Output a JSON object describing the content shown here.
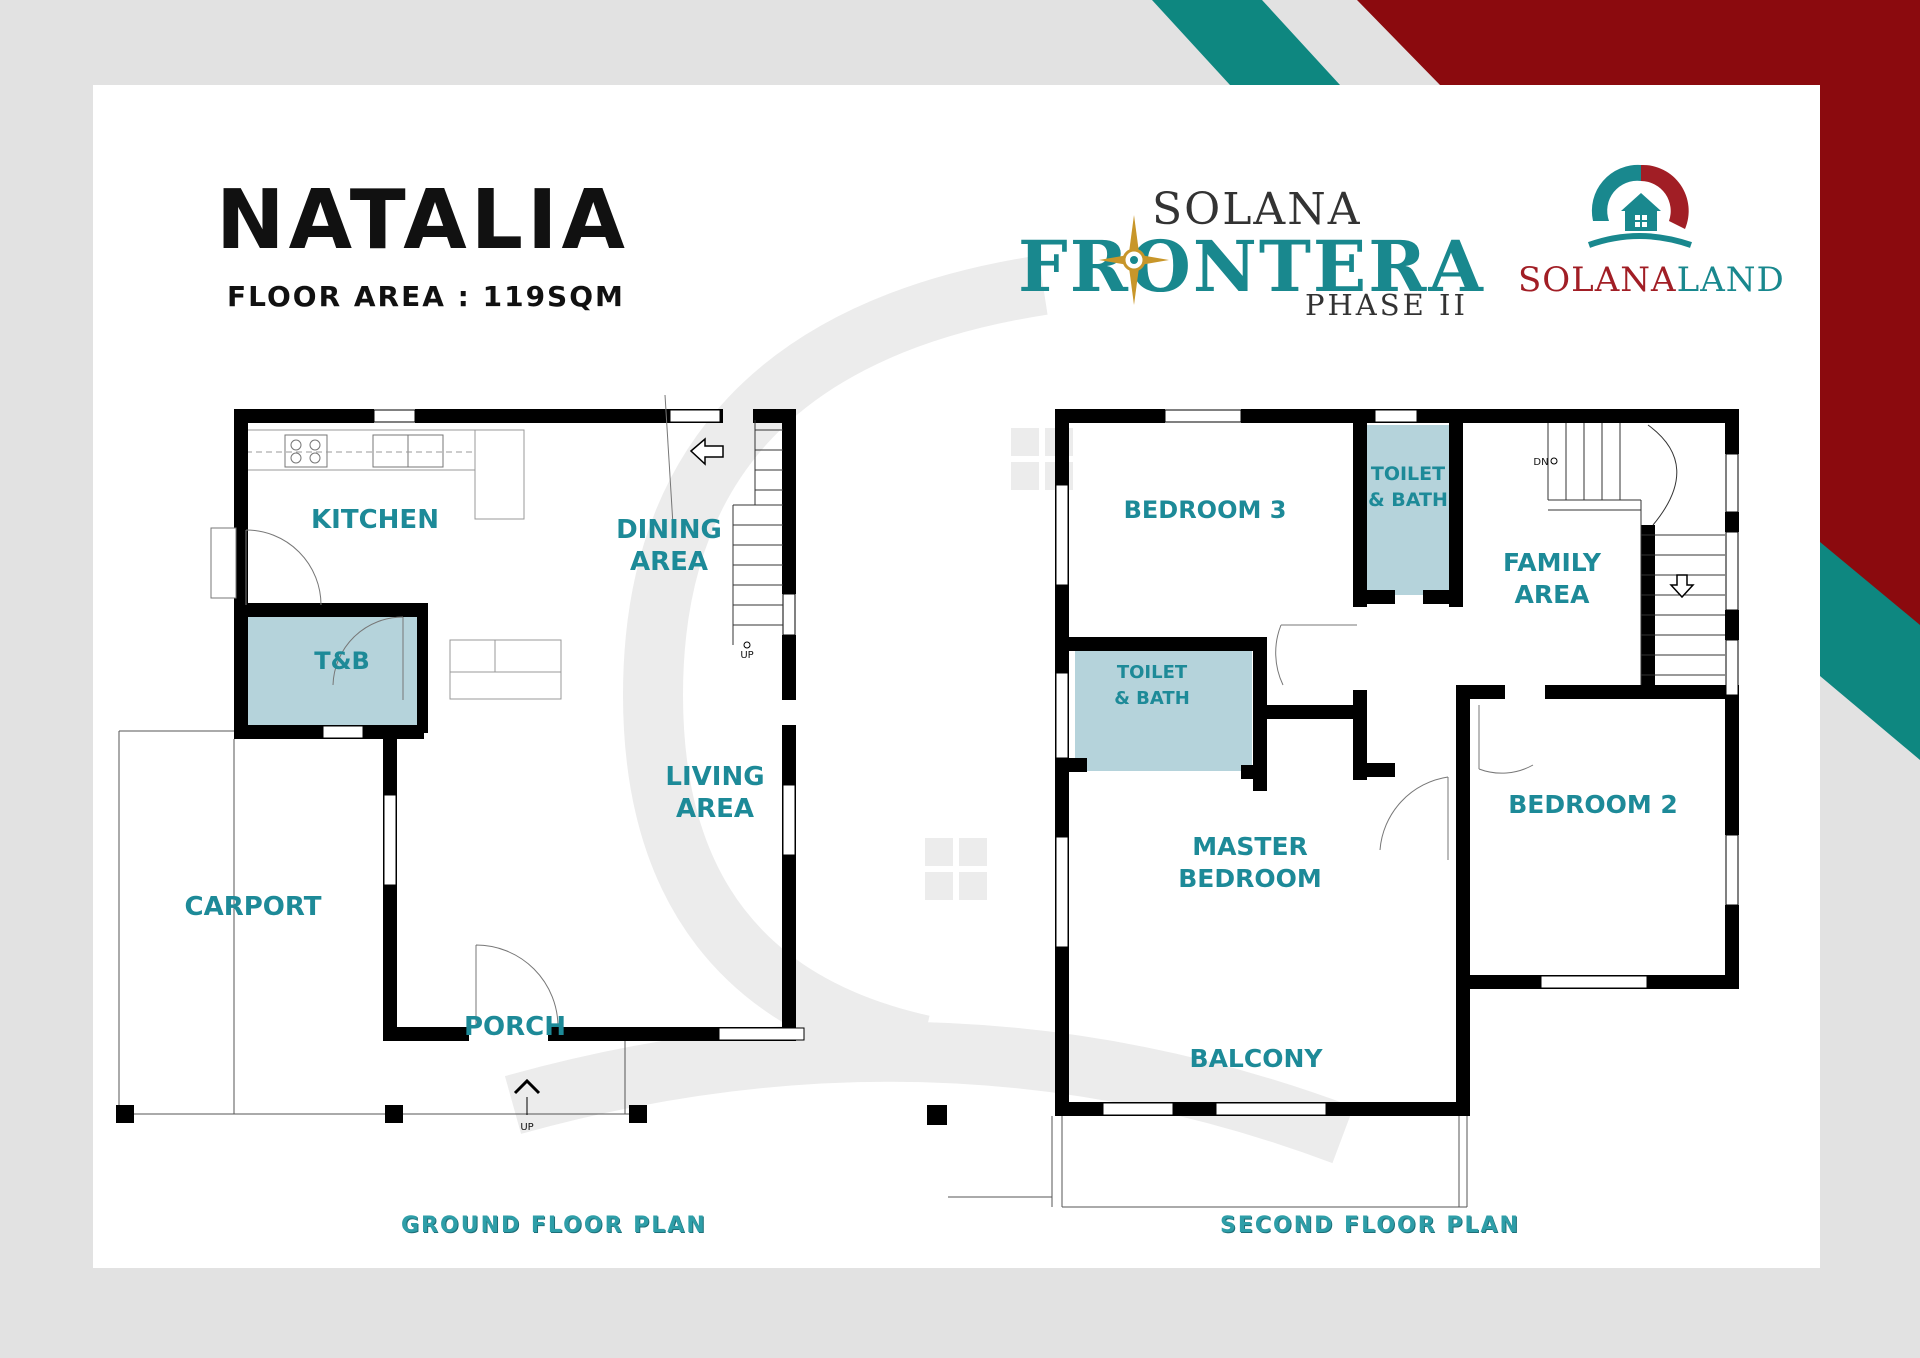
{
  "header": {
    "title": "NATALIA",
    "floor_area": "FLOOR AREA : 119SQM"
  },
  "brand": {
    "project_top": "SOLANA",
    "project_main": "FRONTERA",
    "project_phase": "PHASE II",
    "company_solana": "SOLANA",
    "company_land": "LAND"
  },
  "colors": {
    "teal": "#19888e",
    "deep_red": "#8b0a0e",
    "room_label": "#1d8a98",
    "wet_area": "#b5d3db",
    "wall": "#000000",
    "watermark": "#ececec"
  },
  "ground_floor": {
    "caption": "GROUND FLOOR PLAN",
    "rooms": {
      "kitchen": "KITCHEN",
      "dining_1": "DINING",
      "dining_2": "AREA",
      "tb": "T&B",
      "living_1": "LIVING",
      "living_2": "AREA",
      "carport": "CARPORT",
      "porch": "PORCH"
    },
    "stair_note": "UP",
    "entry_note": "UP"
  },
  "second_floor": {
    "caption": "SECOND FLOOR PLAN",
    "rooms": {
      "bedroom3": "BEDROOM 3",
      "toilet_bath_top_1": "TOILET",
      "toilet_bath_top_2": "& BATH",
      "family_1": "FAMILY",
      "family_2": "AREA",
      "toilet_bath_left_1": "TOILET",
      "toilet_bath_left_2": "& BATH",
      "master_1": "MASTER",
      "master_2": "BEDROOM",
      "bedroom2": "BEDROOM 2",
      "balcony": "BALCONY"
    },
    "stair_note": "DN"
  },
  "icons": [
    "compass-rose-icon",
    "solanaland-house-icon",
    "up-arrow-icon",
    "stair-arrow-icon"
  ]
}
